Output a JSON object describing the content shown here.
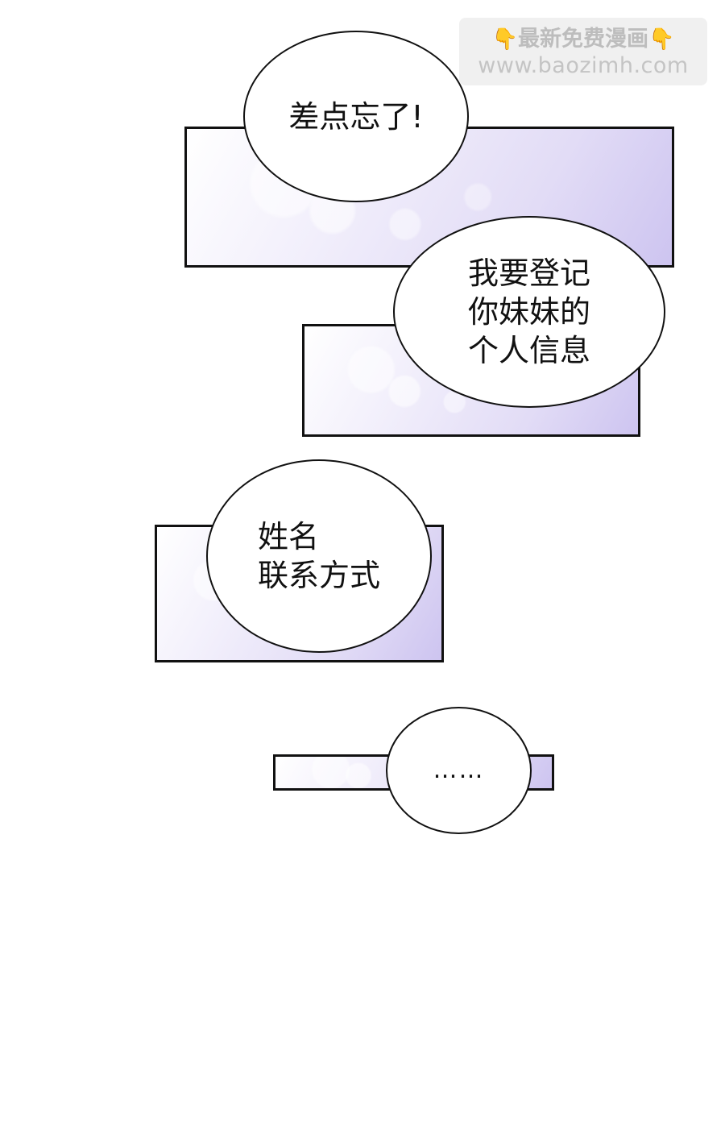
{
  "watermark": {
    "line1": "最新免费漫画",
    "line2": "www.baozimh.com",
    "hand_icon": "👇"
  },
  "bubbles": [
    {
      "text": "差点忘了!"
    },
    {
      "text": "我要登记\n你妹妹的\n个人信息"
    },
    {
      "text": "姓名\n联系方式"
    },
    {
      "text": "……"
    }
  ],
  "colors": {
    "panel_tint": "#cdc4f0",
    "ink": "#111111"
  }
}
